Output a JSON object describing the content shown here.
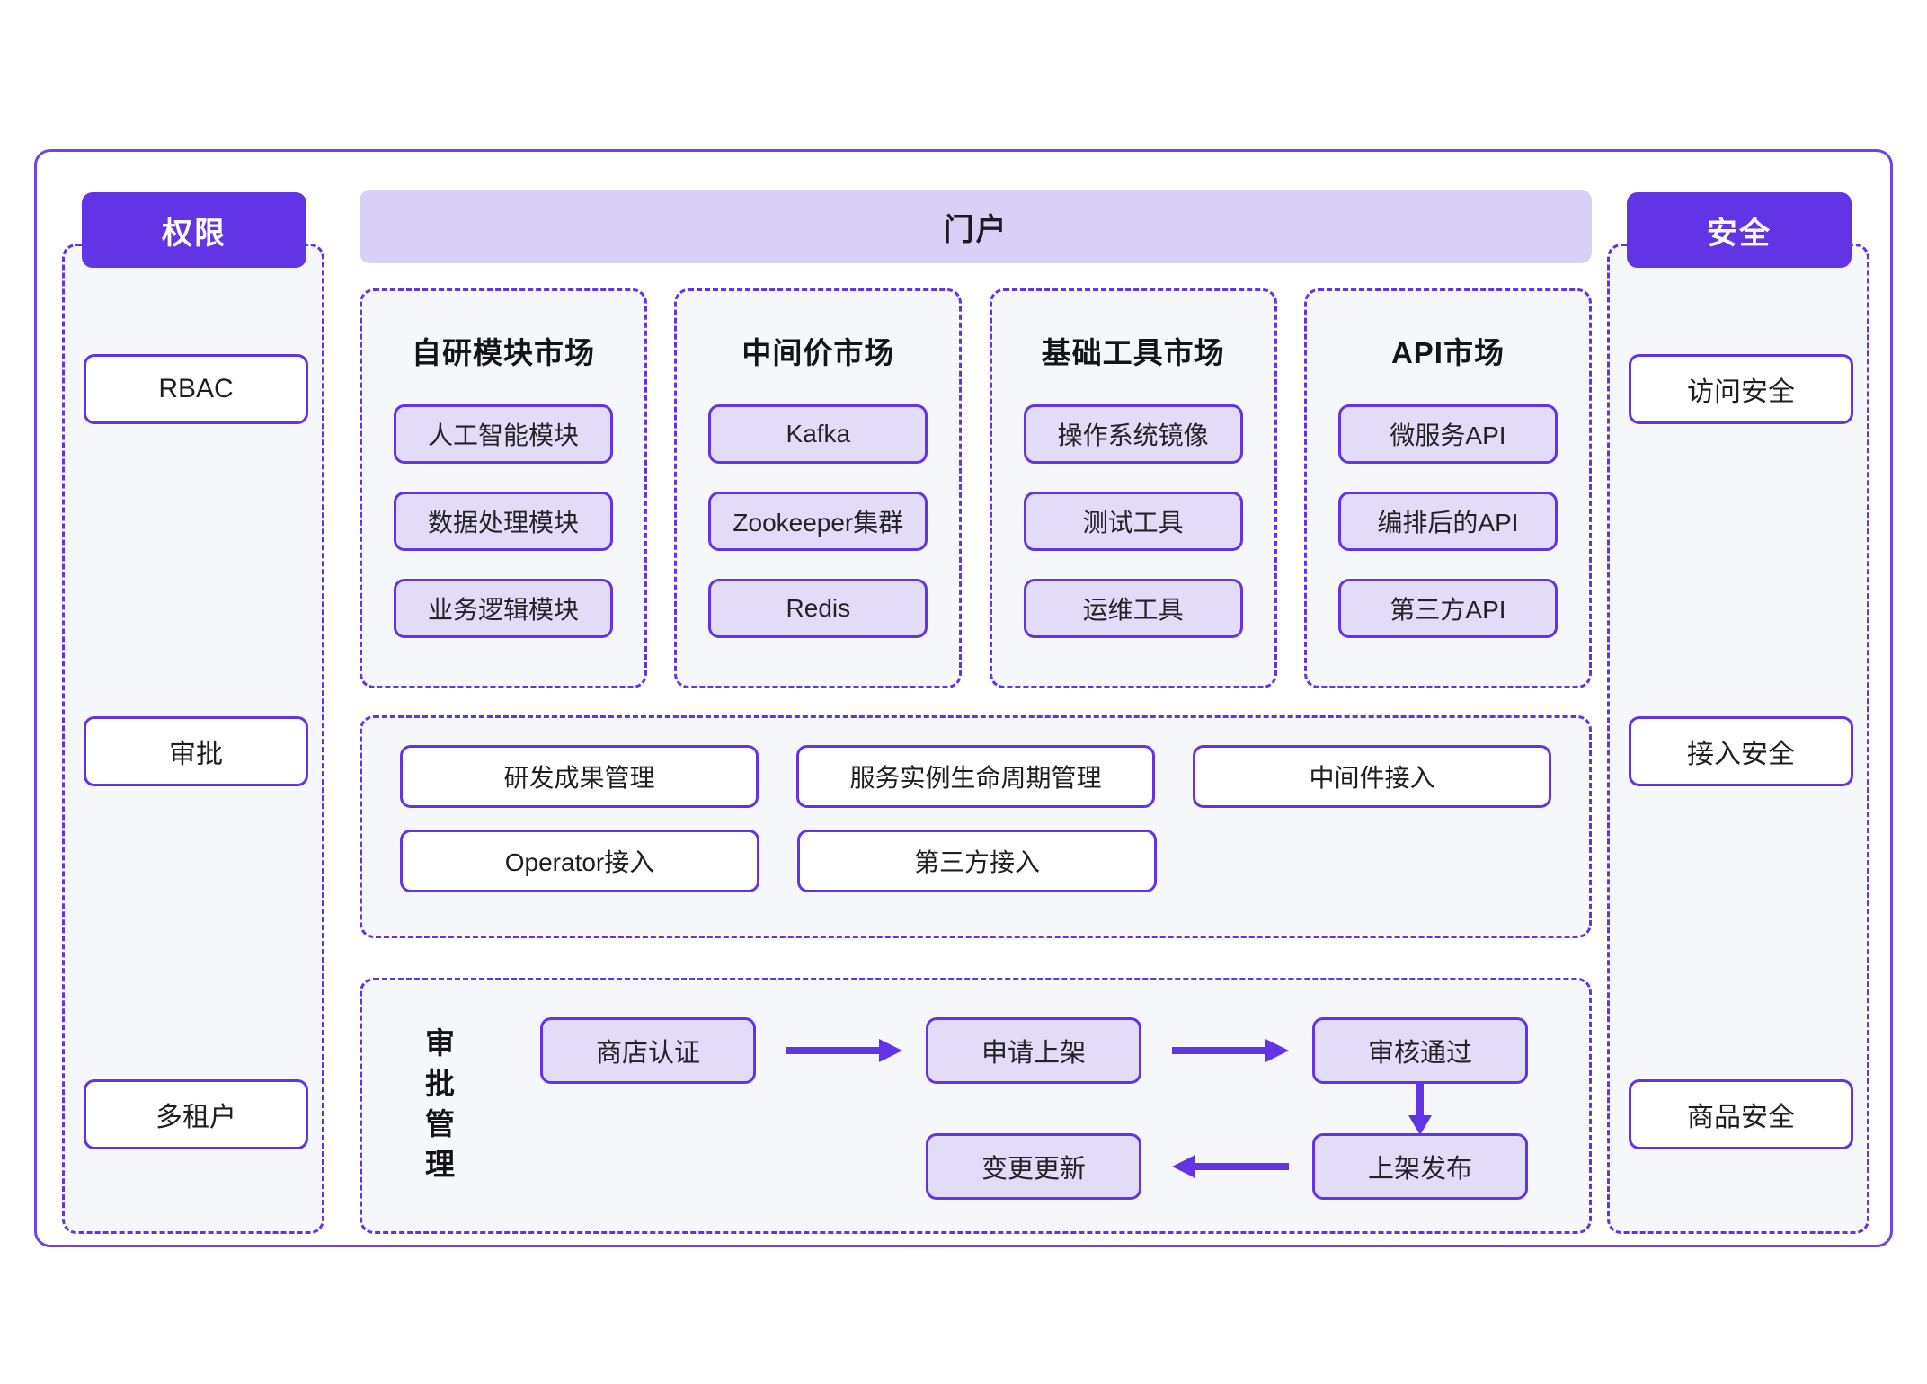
{
  "diagram": {
    "title_banner": "门户",
    "left_column": {
      "badge": "权限",
      "items": [
        "RBAC",
        "审批",
        "多租户"
      ]
    },
    "right_column": {
      "badge": "安全",
      "items": [
        "访问安全",
        "接入安全",
        "商品安全"
      ]
    },
    "markets": [
      {
        "title": "自研模块市场",
        "items": [
          "人工智能模块",
          "数据处理模块",
          "业务逻辑模块"
        ]
      },
      {
        "title": "中间价市场",
        "items": [
          "Kafka",
          "Zookeeper集群",
          "Redis"
        ]
      },
      {
        "title": "基础工具市场",
        "items": [
          "操作系统镜像",
          "测试工具",
          "运维工具"
        ]
      },
      {
        "title": "API市场",
        "items": [
          "微服务API",
          "编排后的API",
          "第三方API"
        ]
      }
    ],
    "services": {
      "row1": [
        "研发成果管理",
        "服务实例生命周期管理",
        "中间件接入"
      ],
      "row2": [
        "Operator接入",
        "第三方接入"
      ]
    },
    "approval": {
      "label": "审批管理",
      "nodes": [
        "商店认证",
        "申请上架",
        "审核通过",
        "上架发布",
        "变更更新"
      ]
    },
    "colors": {
      "primary": "#6333e6",
      "frame_border": "#6d45e8",
      "banner_fill": "#d9d0f7",
      "chip_fill": "#e2dcf8",
      "panel_fill": "#f6f7fb",
      "box_fill": "#ffffff",
      "text": "#1e1e22"
    }
  }
}
